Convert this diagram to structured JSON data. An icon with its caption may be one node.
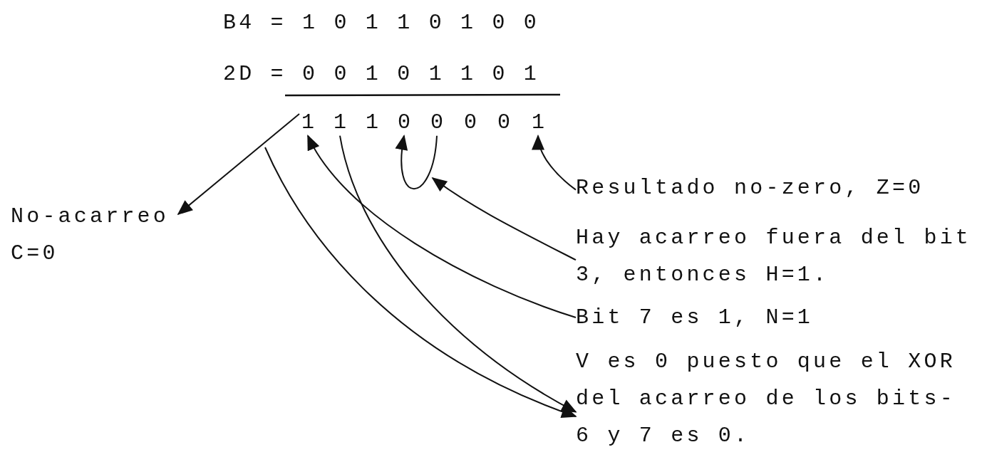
{
  "diagram": {
    "nodes": [
      {
        "text": [
          "1"
        ]
      },
      {
        "text": [
          "1"
        ]
      },
      {
        "text": [
          "1"
        ]
      },
      {
        "text": [
          "0"
        ]
      },
      {
        "text": [
          "0"
        ]
      },
      {
        "text": [
          "0"
        ]
      },
      {
        "text": [
          "0"
        ]
      },
      {
        "text": [
          "1"
        ]
      },
      {
        "text": [
          "No-acarreo C=0"
        ]
      },
      {
        "text": [
          "Resultado no-zero, Z=0"
        ]
      },
      {
        "text": [
          "Hay acarreo fuera del bit 3, entonces H=1."
        ]
      },
      {
        "text": [
          "Bit 7 es 1, N=1"
        ]
      },
      {
        "text": [
          "V es 0 puesto que el XOR del acarreo de los bits- 6 y 7 es 0."
        ]
      }
    ],
    "edges": [
      {
        "from": 0,
        "to": 8,
        "arrow": "to"
      },
      {
        "from": 4,
        "to": 3,
        "arrow": "to"
      },
      {
        "from": 9,
        "to": 7,
        "arrow": "to"
      },
      {
        "from": 10,
        "to": null,
        "arrow": "to"
      },
      {
        "from": 11,
        "to": 0,
        "arrow": "to"
      },
      {
        "from": null,
        "to": 12,
        "arrow": "to"
      },
      {
        "from": 1,
        "to": 12,
        "arrow": "to"
      }
    ],
    "labels": [
      "B4 = 1 0 1 1 0 1 0 0",
      "2D = 0 0 1 0 1 1 0 1"
    ]
  }
}
